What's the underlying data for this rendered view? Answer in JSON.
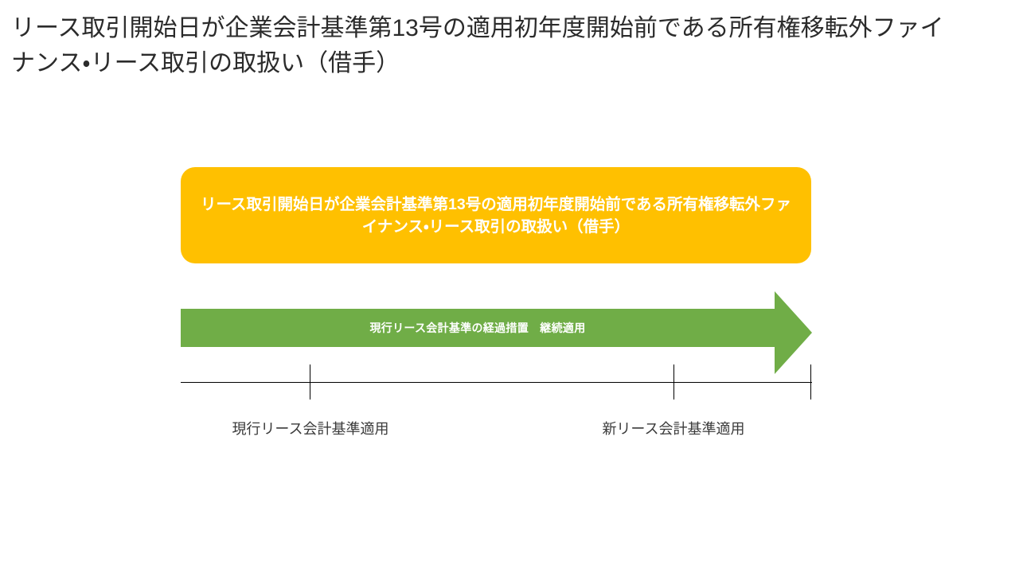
{
  "slide": {
    "title": "リース取引開始日が企業会計基準第13号の適用初年度開始前である所有権移転外ファイナンス・リース取引の取扱い（借手）",
    "background_color": "#FFFFFF"
  },
  "callout": {
    "text": "リース取引開始日が企業会計基準第13号の適用初年度開始前である所有権移転外ファイナンス・リース取引の取扱い（借手）",
    "fill_color": "#FFC000",
    "text_color": "#FFFFFF"
  },
  "arrow": {
    "label": "現行リース会計基準の経過措置　継続適用",
    "fill_color": "#70AD47",
    "text_color": "#FFFFFF",
    "direction": "right"
  },
  "timeline": {
    "line_color": "#000000",
    "ticks": [
      {
        "name": "tick-current-standard",
        "position_pct": 20.4
      },
      {
        "name": "tick-new-standard",
        "position_pct": 78.1
      },
      {
        "name": "tick-end",
        "position_pct": 99.8
      }
    ],
    "captions": [
      {
        "label": "現行リース会計基準適用"
      },
      {
        "label": "新リース会計基準適用"
      }
    ]
  }
}
